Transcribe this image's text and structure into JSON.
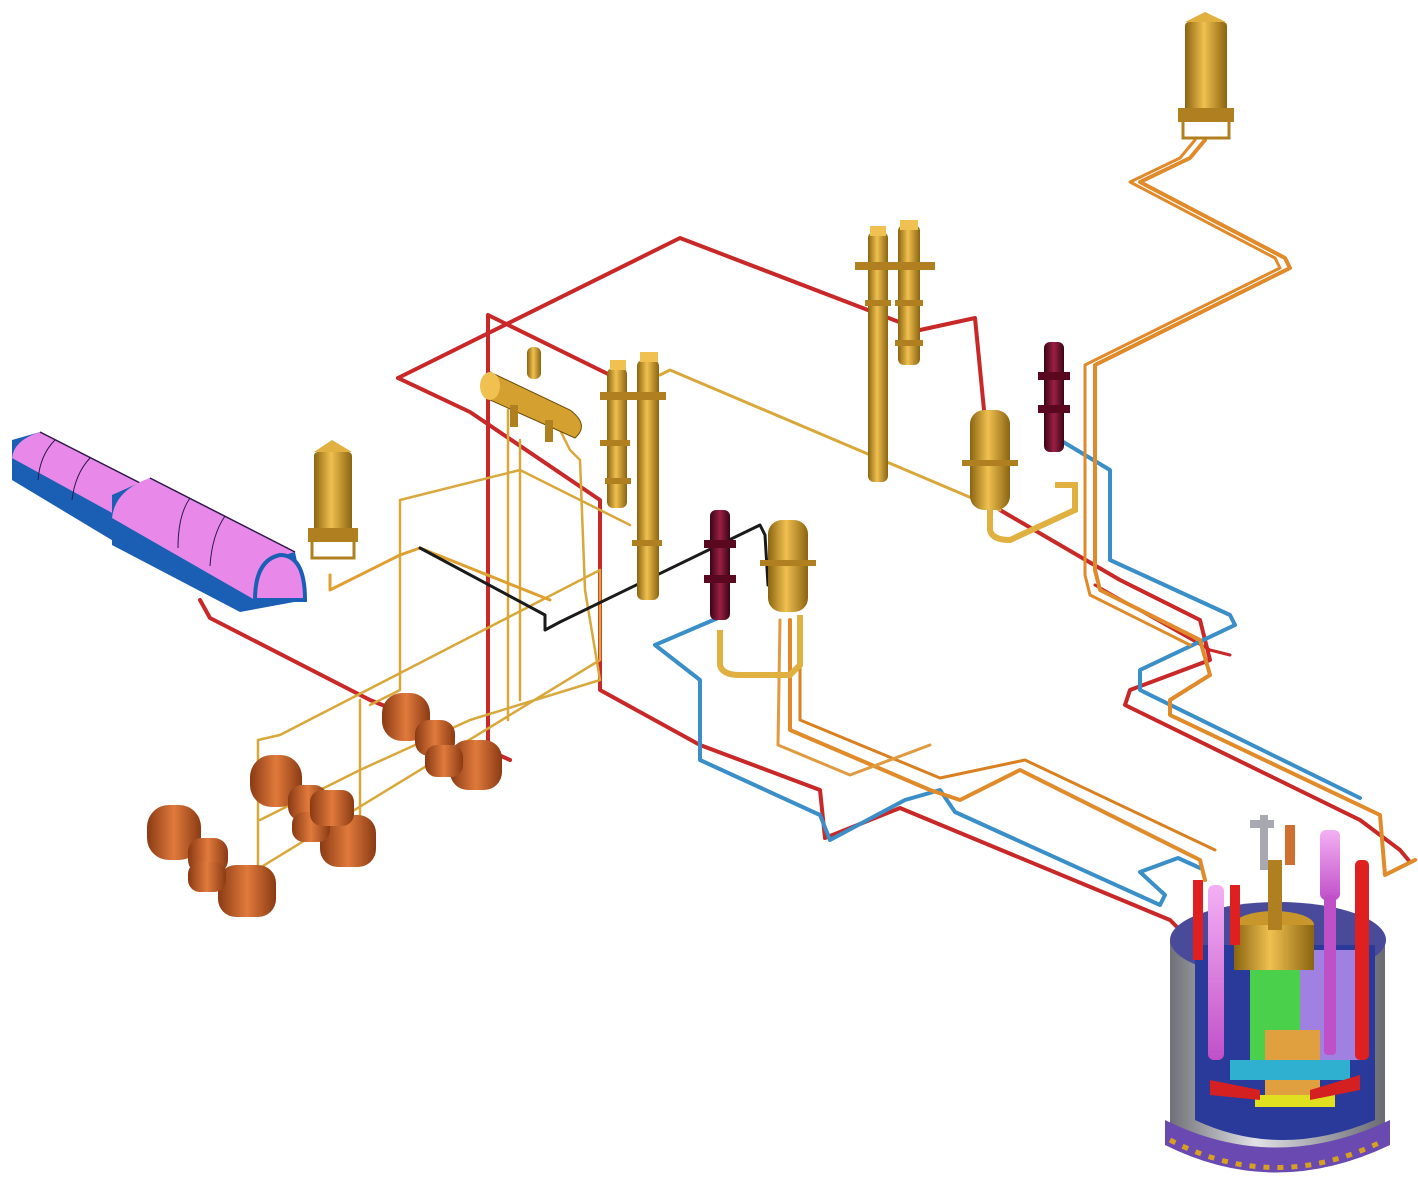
{
  "colors": {
    "background": "#ffffff",
    "pipe_hot": "#d42a2a",
    "pipe_cold": "#3a8fc8",
    "pipe_feed": "#e08a2a",
    "pipe_steam": "#d9a83a",
    "pipe_black": "#1a1a1a",
    "equipment_gold": "#d4a030",
    "equipment_gold_dark": "#8a6410",
    "pump_copper": "#c8622c",
    "generator_magenta": "#e88ae8",
    "generator_blue": "#1b5fb5",
    "valve_maroon": "#7a1030",
    "reactor_grey": "#b8b8c0",
    "reactor_blue": "#2a3a9a"
  },
  "components": [
    {
      "id": "turbine-generator",
      "icon": "generator-icon"
    },
    {
      "id": "deaerator-tank",
      "icon": "horizontal-tank-icon"
    },
    {
      "id": "feed-heater-left",
      "icon": "heater-icon"
    },
    {
      "id": "feed-heater-right",
      "icon": "heater-icon"
    },
    {
      "id": "separator-left",
      "icon": "vertical-vessel-icon"
    },
    {
      "id": "separator-right",
      "icon": "vertical-vessel-icon"
    },
    {
      "id": "condensate-tank-left",
      "icon": "vertical-tank-icon"
    },
    {
      "id": "condensate-tank-top",
      "icon": "vertical-tank-icon"
    },
    {
      "id": "pressurizer-left",
      "icon": "vertical-tank-icon"
    },
    {
      "id": "pressurizer-right",
      "icon": "vertical-tank-icon"
    },
    {
      "id": "valve-column-left",
      "icon": "valve-stack-icon"
    },
    {
      "id": "valve-column-right",
      "icon": "valve-stack-icon"
    },
    {
      "id": "pump-group-1",
      "icon": "pump-icon"
    },
    {
      "id": "pump-group-2",
      "icon": "pump-icon"
    },
    {
      "id": "pump-group-3",
      "icon": "pump-icon"
    },
    {
      "id": "reactor-vessel",
      "icon": "reactor-icon"
    }
  ]
}
